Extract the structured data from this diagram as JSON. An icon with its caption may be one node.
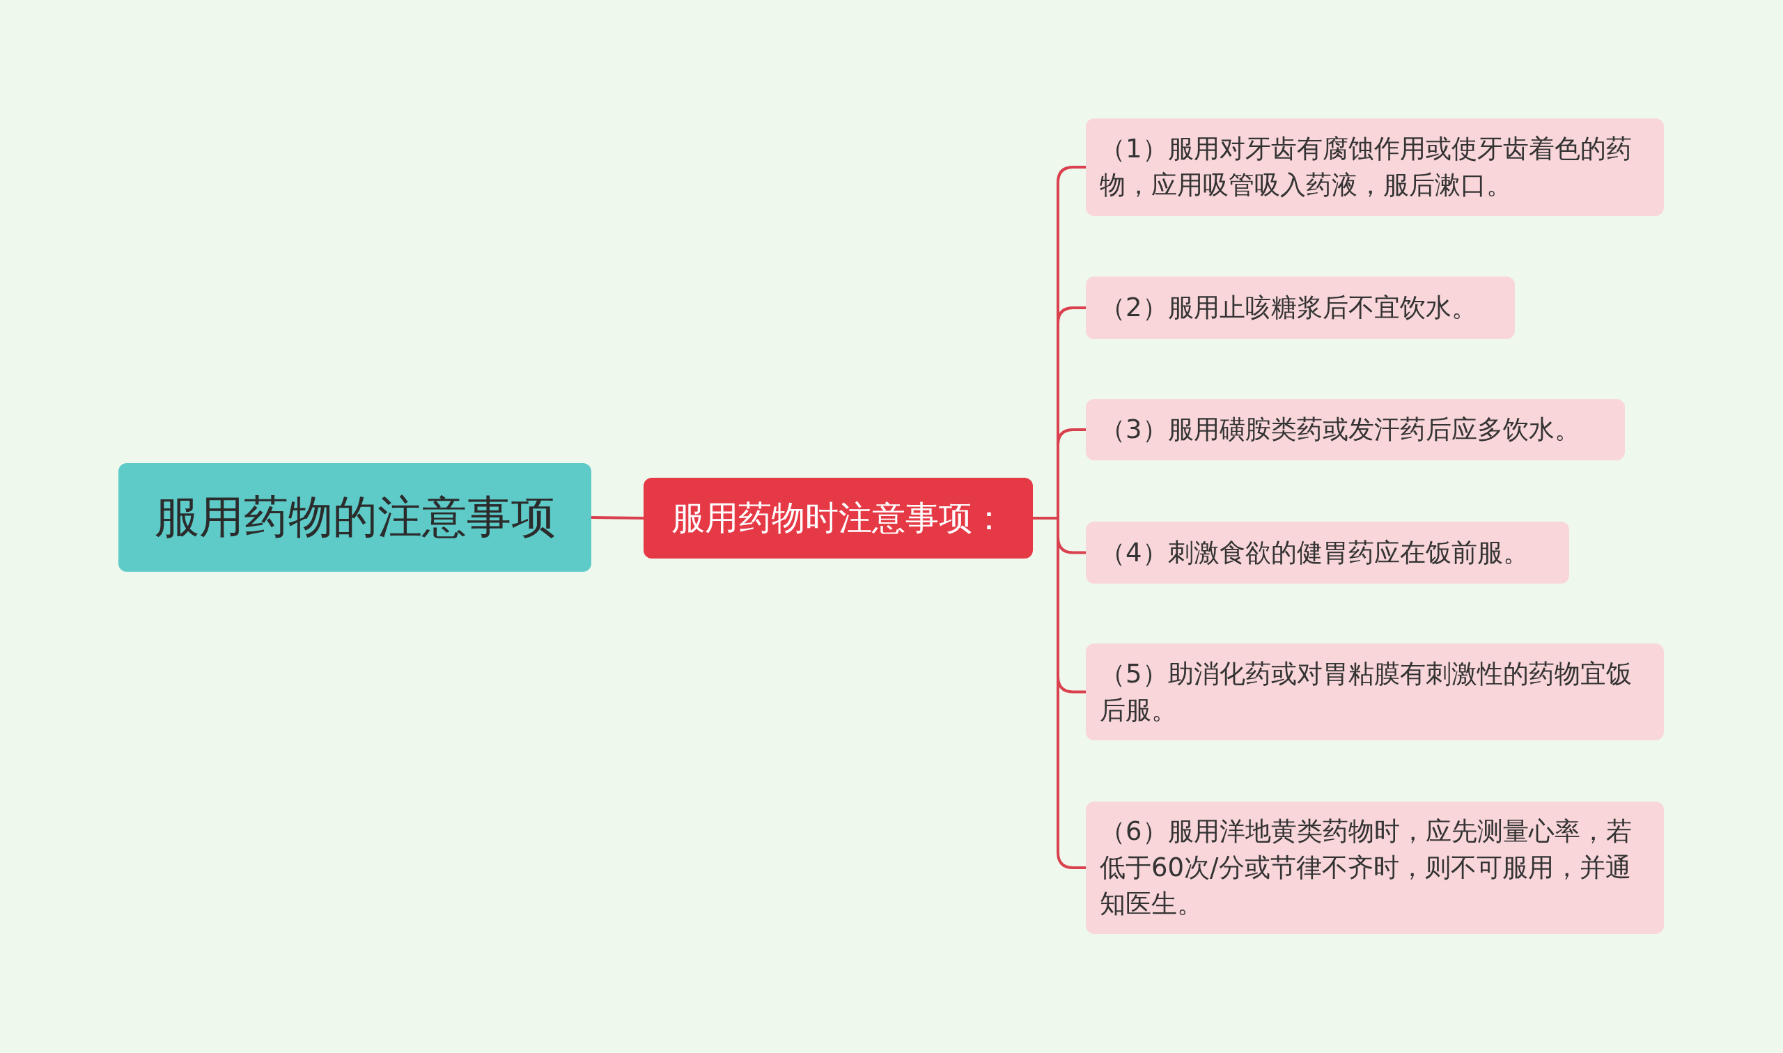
{
  "diagram": {
    "nodes": [
      {
        "text": [
          "服用药物的注意事项"
        ]
      },
      {
        "text": [
          "服用药物时注意事项："
        ]
      },
      {
        "text": [
          "（1）服用对牙齿有腐蚀作用或使牙齿着色的药物，应用吸管吸入药液，服后漱口。"
        ]
      },
      {
        "text": [
          "（2）服用止咳糖浆后不宜饮水。"
        ]
      },
      {
        "text": [
          "（3）服用磺胺类药或发汗药后应多饮水。"
        ]
      },
      {
        "text": [
          "（4）刺激食欲的健胃药应在饭前服。"
        ]
      },
      {
        "text": [
          "（5）助消化药或对胃粘膜有刺激性的药物宜饭后服。"
        ]
      },
      {
        "text": [
          "（6）服用洋地黄类药物时，应先测量心率，若低于60次/分或节律不齐时，则不可服用，并通知医生。"
        ]
      }
    ],
    "edges": [
      {
        "from": 0,
        "to": 1,
        "arrow": "none"
      },
      {
        "from": 1,
        "to": 2,
        "arrow": "none"
      },
      {
        "from": 1,
        "to": 3,
        "arrow": "none"
      },
      {
        "from": 1,
        "to": 4,
        "arrow": "none"
      },
      {
        "from": 1,
        "to": 5,
        "arrow": "none"
      },
      {
        "from": 1,
        "to": 6,
        "arrow": "none"
      },
      {
        "from": 1,
        "to": 7,
        "arrow": "none"
      }
    ]
  }
}
